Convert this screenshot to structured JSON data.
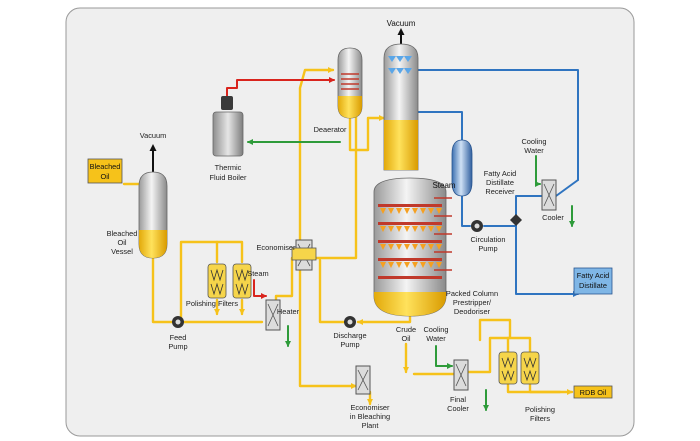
{
  "diagram": {
    "colors": {
      "oil_line": "#f6c21a",
      "blue_line": "#2f74c0",
      "red_line": "#d9241d",
      "green_line": "#2e9b3a",
      "panel_bg": "#efefef",
      "panel_border": "#9a9a9a",
      "label_box_fill": "#f6c21a",
      "fad_box_fill": "#7fb6e6"
    },
    "labels": {
      "vacuum_top": "Vacuum",
      "vacuum_left": "Vacuum",
      "bleached_oil_1": "Bleached",
      "bleached_oil_2": "Oil",
      "bleached_vessel_1": "Bleached",
      "bleached_vessel_2": "Oil",
      "bleached_vessel_3": "Vessel",
      "feed_pump_1": "Feed",
      "feed_pump_2": "Pump",
      "thermic_1": "Thermic",
      "thermic_2": "Fluid Boiler",
      "deaerator": "Deaerator",
      "economiser": "Economiser",
      "steam_small": "Steam",
      "polishing_filters_left": "Polishing  Filters",
      "heater": "Heater",
      "steam_column": "Steam",
      "packed_1": "Packed Column",
      "packed_2": "Prestripper/",
      "packed_3": "Deodoriser",
      "discharge_1": "Discharge",
      "discharge_2": "Pump",
      "fad_receiver_1": "Fatty Acid",
      "fad_receiver_2": "Distillate",
      "fad_receiver_3": "Receiver",
      "circulation_1": "Circulation",
      "circulation_2": "Pump",
      "cooling_water_right_1": "Cooling",
      "cooling_water_right_2": "Water",
      "cooler": "Cooler",
      "fad_box_1": "Fatty Acid",
      "fad_box_2": "Distillate",
      "crude_oil_1": "Crude",
      "crude_oil_2": "Oil",
      "cooling_water_bottom_1": "Cooling",
      "cooling_water_bottom_2": "Water",
      "econ_bleach_1": "Economiser",
      "econ_bleach_2": "in Bleaching",
      "econ_bleach_3": "Plant",
      "final_cooler_1": "Final",
      "final_cooler_2": "Cooler",
      "polishing_filters_bottom_1": "Polishing",
      "polishing_filters_bottom_2": "Filters",
      "rdb_oil": "RDB Oil"
    }
  }
}
